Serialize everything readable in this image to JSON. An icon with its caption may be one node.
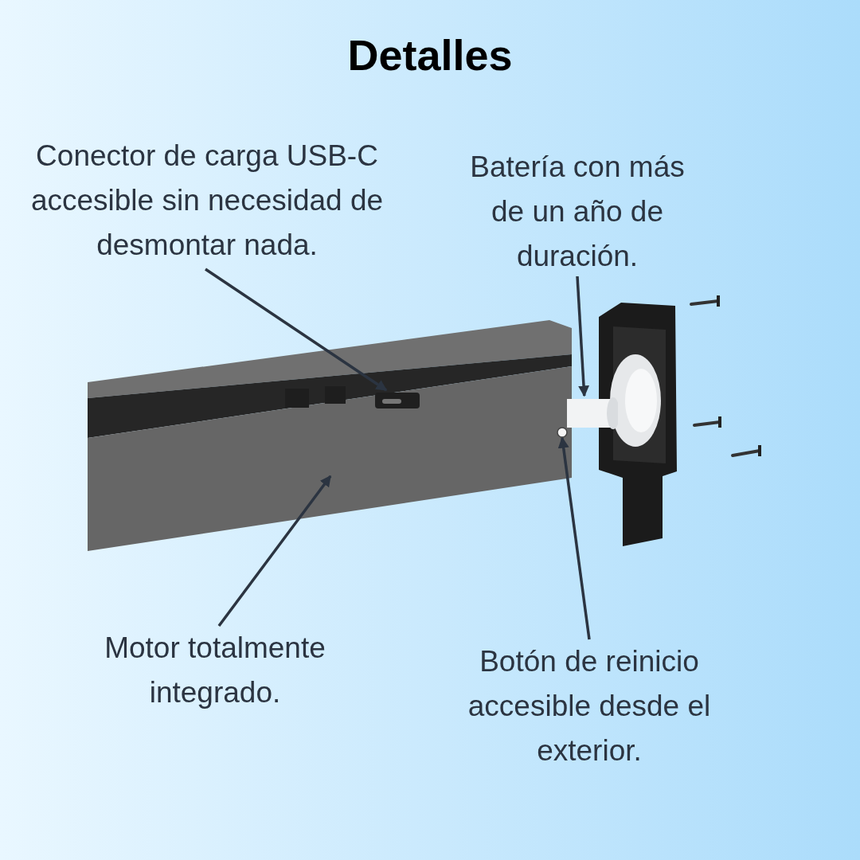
{
  "diagram": {
    "title": "Detalles",
    "nodes": [
      {
        "text": [
          "Conector de carga USB-C accesible sin necesidad de desmontar nada."
        ]
      },
      {
        "text": [
          "Batería con más de un año de duración."
        ]
      },
      {
        "text": [],
        "shape": "box",
        "in": 4
      },
      {
        "text": [],
        "shape": "cylinder"
      },
      {
        "text": [],
        "shape": "bar"
      },
      {
        "text": [],
        "shape": "circle",
        "in": 4
      },
      {
        "text": [
          "Motor totalmente integrado."
        ]
      },
      {
        "text": [
          "Botón de reinicio accesible desde el exterior."
        ]
      }
    ],
    "edges": [
      {
        "from": 0,
        "to": 2,
        "arrow": "to"
      },
      {
        "from": 1,
        "to": 3,
        "arrow": "to"
      },
      {
        "from": 6,
        "to": 4,
        "arrow": "to"
      },
      {
        "from": 7,
        "to": 5,
        "arrow": "to"
      }
    ]
  }
}
